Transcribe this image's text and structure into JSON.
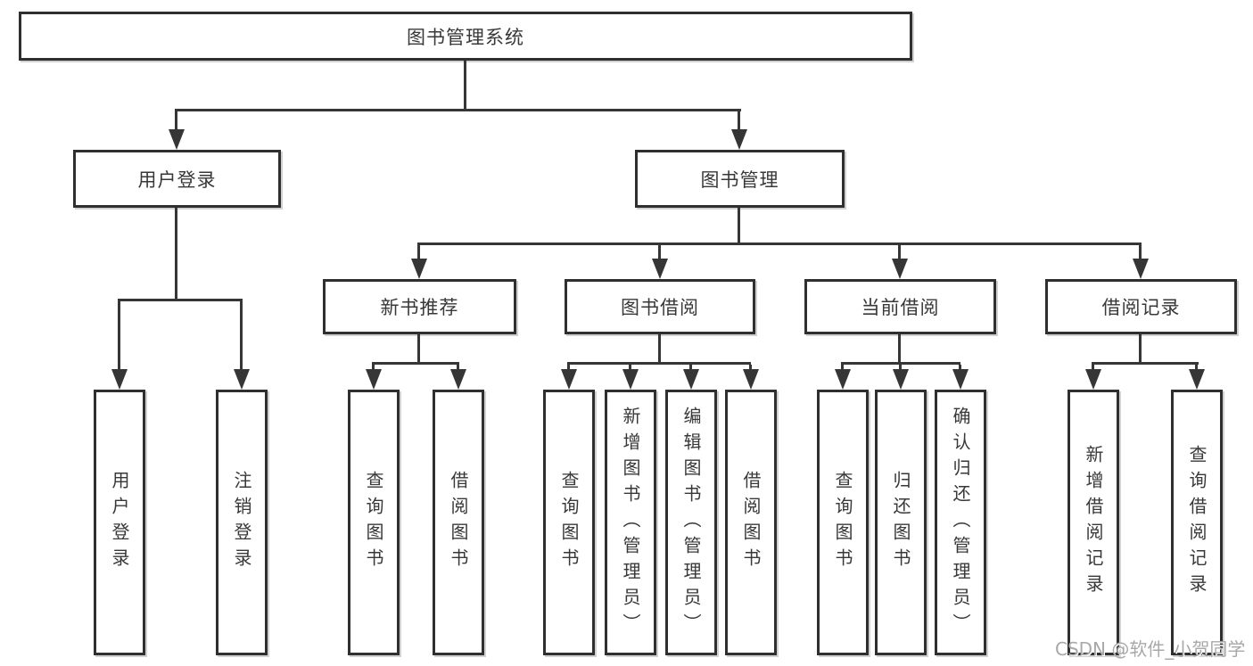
{
  "nodes": {
    "root": "图书管理系统",
    "user_login": "用户登录",
    "book_management": "图书管理",
    "new_book_recommend": "新书推荐",
    "book_borrow": "图书借阅",
    "current_borrow": "当前借阅",
    "borrow_records": "借阅记录"
  },
  "leaves": {
    "user_login": [
      "用户登录",
      "注销登录"
    ],
    "new_book_recommend": [
      "查询图书",
      "借阅图书"
    ],
    "book_borrow": [
      "查询图书",
      "新增图书（管理员）",
      "编辑图书（管理员）",
      "借阅图书"
    ],
    "current_borrow": [
      "查询图书",
      "归还图书",
      "确认归还（管理员）"
    ],
    "borrow_records": [
      "新增借阅记录",
      "查询借阅记录"
    ]
  },
  "watermark": "CSDN @软件_小贺同学",
  "colors": {
    "line": "#363636",
    "box_border": "#2f2f2f",
    "text": "#383838",
    "background": "#ffffff",
    "watermark": "#a8a8a8"
  }
}
